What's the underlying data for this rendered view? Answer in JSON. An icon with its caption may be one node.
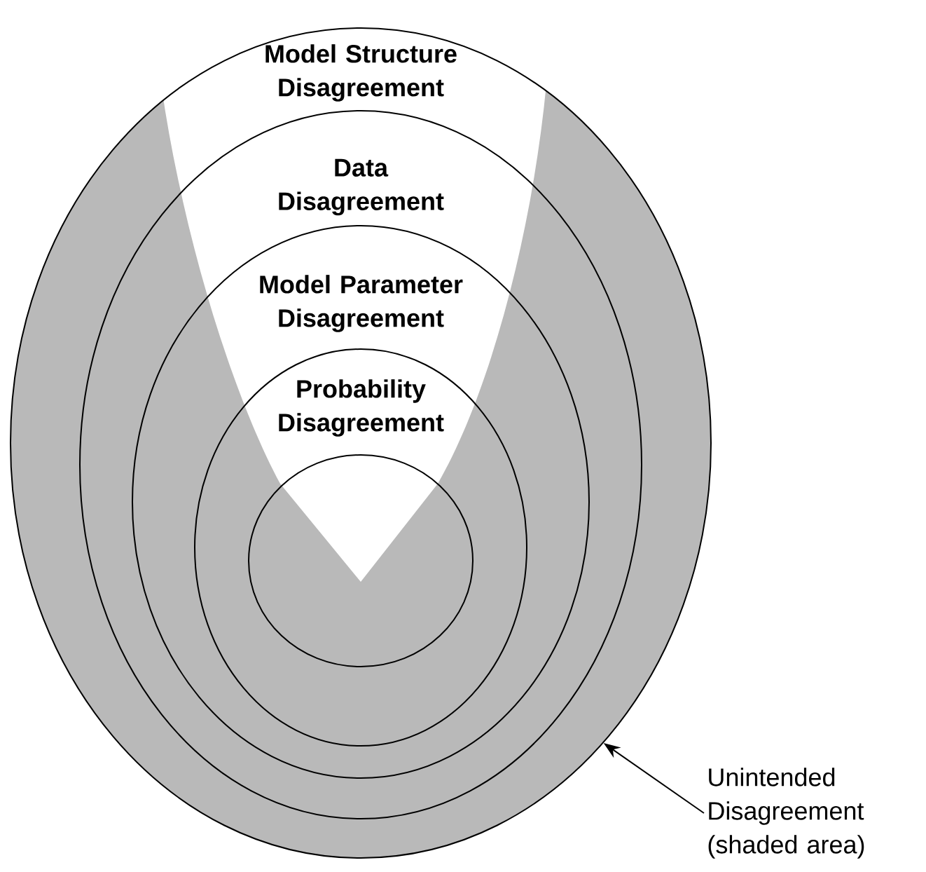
{
  "diagram": {
    "nodes": [
      {
        "text": [
          "Model Structure Disagreement"
        ]
      },
      {
        "text": [
          "Data Disagreement"
        ],
        "in": 0
      },
      {
        "text": [
          "Model Parameter Disagreement"
        ],
        "in": 1
      },
      {
        "text": [
          "Probability Disagreement"
        ],
        "in": 2
      },
      {
        "text": [],
        "shape": "circle",
        "in": 3
      },
      {
        "text": [
          "Unintended Disagreement (shaded area)"
        ]
      }
    ],
    "edges": [
      {
        "from": 5,
        "to": 0,
        "arrow": "to"
      }
    ]
  }
}
